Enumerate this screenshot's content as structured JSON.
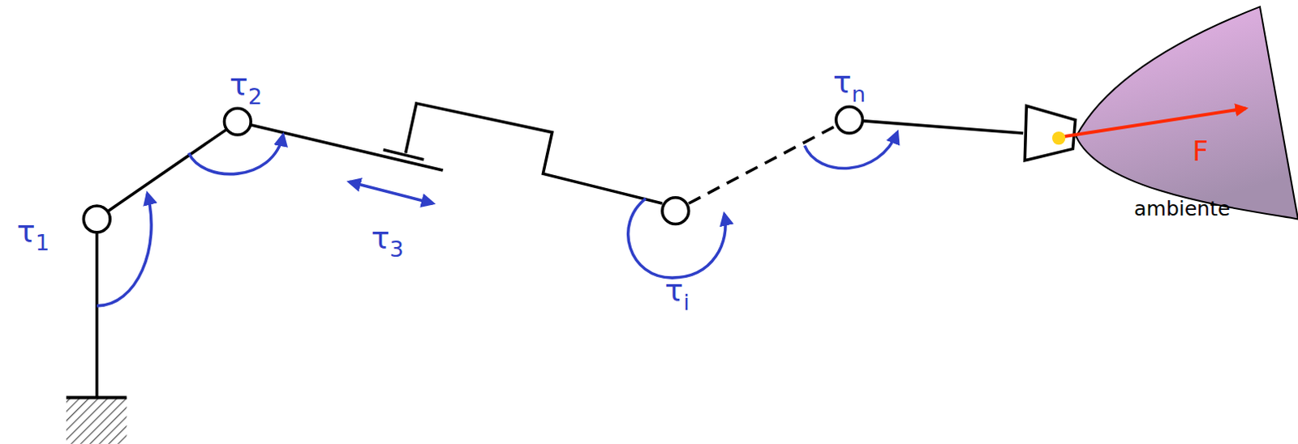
{
  "diagram": {
    "labels": [
      "τ1",
      "τ2",
      "τ3",
      "τi",
      "τn",
      "F",
      "ambiente"
    ]
  }
}
